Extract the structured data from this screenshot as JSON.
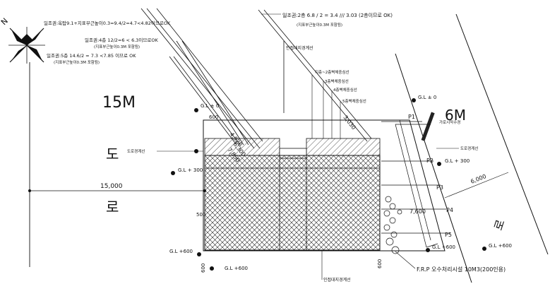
{
  "road_west": {
    "width_label": "15M",
    "name_top": "도",
    "name_bottom": "로",
    "dimension": "15,000"
  },
  "road_east": {
    "width_label": "6M",
    "name": "로",
    "dimension": "6,000"
  },
  "north_mark": "N",
  "notes_left": {
    "note1": "일조권:옥탑9.1+지표부근높이0.3=9.4/2=4.7<4.82이므로OK",
    "note2_line1": "일조권:4층 12/2=6 < 6.3이므로OK",
    "note2_line2": "(지표부근높이0.3M 포함됨)",
    "note3_line1": "일조권:5층 14.6/2 = 7.3 <7.85 이므로 OK",
    "note3_line2": "(지표부근높이0.3M 포함됨)"
  },
  "note_top": {
    "line1": "일조권:2층 6.8 / 2 = 3.4 /// 3.03 (2층이므로 OK)",
    "line2": "(지표부근높이0.3M 포함됨)"
  },
  "labels": {
    "adjacent_boundary_top": "인접대지경계선",
    "adjacent_boundary_bottom": "인접대지경계선",
    "floor2": "지층~2층벽체중심선",
    "floor3": "3층벽체중심선",
    "floor4": "4층벽체중심선",
    "floor5": "5층벽체중심선",
    "road_boundary_west": "도로경계선",
    "road_boundary_east": "도로경계선",
    "setback_line": "가로시작수경",
    "septic": "F.R.P 오수처리시설 10M3(200인용)"
  },
  "levels": {
    "gl_zero_left": "G.L ± 0",
    "gl_zero_right": "G.L ± 0",
    "gl_300_left": "G.L + 300",
    "gl_300_right": "G.L + 300",
    "gl_600_left": "G.L +600",
    "gl_600_bottom": "G.L +600",
    "gl_600_right": "G.L +600",
    "gl_600_far_right": "G.L +600"
  },
  "dims": {
    "d4920": "4,920",
    "d6300": "6,300",
    "d7850": "7,850",
    "d3030": "3,030",
    "d7600": "7,600",
    "d600a": "600",
    "d600b": "600",
    "d600c": "600",
    "d500": "500"
  },
  "parking": [
    "P1",
    "P2",
    "P3",
    "P4",
    "P5"
  ]
}
